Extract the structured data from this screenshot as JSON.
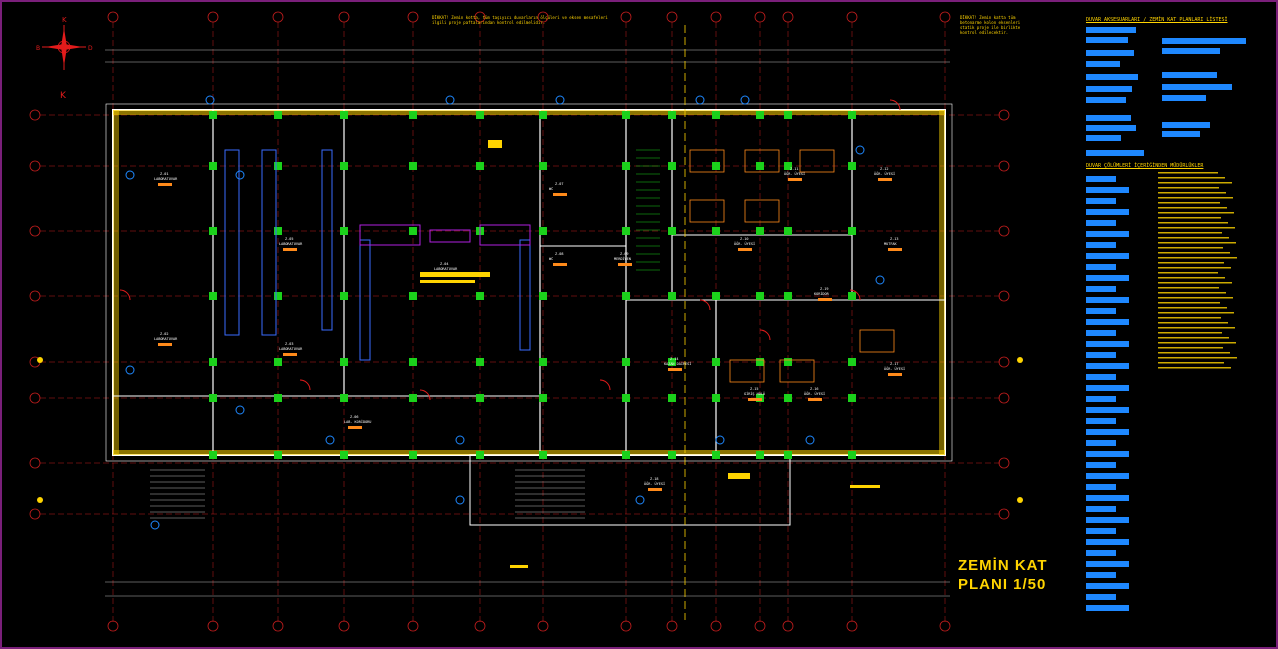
{
  "title": {
    "line1": "ZEMİN KAT",
    "line2": "PLANI 1/50"
  },
  "compass": {
    "north": "K",
    "east": "D",
    "west": "B"
  },
  "legend": {
    "heading": "DUVAR AKSESUARLARI / ZEMİN KAT PLANLARI LİSTESİ",
    "notes_heading": "DUVAR ÇÖLÜMLERİ İÇERİĞİNDEN MÜDÜRLÜKLER"
  },
  "notes": {
    "note_a": "DİKKAT! Zemin kotta, tüm taşıyıcı duvarların ölçüleri ve eksen mesafeleri ilgili proje paftalarından kontrol edilmelidir.",
    "note_b": "DİKKAT! Zemin katta tüm betonarme kolon eksenleri statik proje ile birlikte kontrol edilecektir."
  },
  "rooms": [
    {
      "code": "Z-01",
      "name": "LABORATUVAR"
    },
    {
      "code": "Z-02",
      "name": "LABORATUVAR"
    },
    {
      "code": "Z-03",
      "name": "LABORATUVAR"
    },
    {
      "code": "Z-04",
      "name": "LABORATUVAR"
    },
    {
      "code": "Z-05",
      "name": "LABORATUVAR"
    },
    {
      "code": "Z-06",
      "name": "LAB. KORİDORU"
    },
    {
      "code": "Z-07",
      "name": "WC"
    },
    {
      "code": "Z-08",
      "name": "WC"
    },
    {
      "code": "Z-09",
      "name": "MERDİVEN"
    },
    {
      "code": "Z-10",
      "name": "ÖĞR. ÜYESİ"
    },
    {
      "code": "Z-11",
      "name": "ÖĞR. ÜYESİ"
    },
    {
      "code": "Z-12",
      "name": "ÖĞR. ÜYESİ"
    },
    {
      "code": "Z-13",
      "name": "MUTFAK"
    },
    {
      "code": "Z-14",
      "name": "KAZAN DAİRESİ"
    },
    {
      "code": "Z-15",
      "name": "GİRİŞ HOLÜ"
    },
    {
      "code": "Z-16",
      "name": "ÖĞR. ÜYESİ"
    },
    {
      "code": "Z-17",
      "name": "ÖĞR. ÜYESİ"
    },
    {
      "code": "Z-18",
      "name": "ÖĞR. ÜYESİ"
    },
    {
      "code": "Z-19",
      "name": "KORİDOR"
    }
  ],
  "colors": {
    "background": "#000000",
    "frame": "#7a1f7a",
    "grid": "#c21d1d",
    "wall": "#ffffff",
    "hatch": "#ffd400",
    "column": "#1bd11b",
    "furniture": "#ff8a1a",
    "door": "#e21b1b",
    "annotation": "#1e88ff",
    "equipment": "#b020e0",
    "text": "#ffd400"
  }
}
